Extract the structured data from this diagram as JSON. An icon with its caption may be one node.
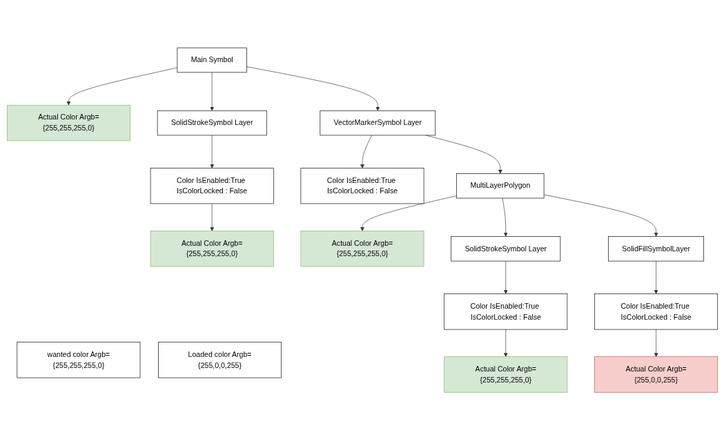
{
  "diagram": {
    "nodes": [
      {
        "text": [
          "wanted color Argb={255,255,255,0}"
        ]
      },
      {
        "text": [
          "Loaded color Argb={255,0,0,255}"
        ]
      },
      {
        "text": [
          "Actual Color Argb={255,255,255,0}"
        ]
      },
      {
        "text": [
          "Main Symbol"
        ]
      },
      {
        "text": [
          "SolidStrokeSymbol Layer"
        ]
      },
      {
        "text": [
          "VectorMarkerSymbol Layer"
        ]
      },
      {
        "text": [
          "Color IsEnabled:True IsColorLocked : False"
        ]
      },
      {
        "text": [
          "MultiLayerPolygon"
        ]
      },
      {
        "text": [
          "Color IsEnabled:True IsColorLocked : False"
        ]
      },
      {
        "text": [
          "Actual Color Argb={255,255,255,0}"
        ]
      },
      {
        "text": [
          "Actual Color Argb={255,255,255,0}"
        ]
      },
      {
        "text": [
          "SolidStrokeSymbol Layer"
        ]
      },
      {
        "text": [
          "SolidFillSymbolLayer"
        ]
      },
      {
        "text": [
          "Color IsEnabled:True IsColorLocked : False"
        ]
      },
      {
        "text": [
          "Color IsEnabled:True IsColorLocked : False"
        ]
      },
      {
        "text": [
          "Actual Color Argb={255,255,255,0}"
        ]
      },
      {
        "text": [
          "Actual Color Argb={255,0,0,255}"
        ]
      }
    ],
    "edges": [
      {
        "from": 3,
        "to": 2,
        "arrow": "to"
      },
      {
        "from": 3,
        "to": 4,
        "arrow": "to"
      },
      {
        "from": 3,
        "to": 5,
        "arrow": "to"
      },
      {
        "from": 4,
        "to": 8,
        "arrow": "to"
      },
      {
        "from": 8,
        "to": 10,
        "arrow": "to"
      },
      {
        "from": 5,
        "to": 6,
        "arrow": "to"
      },
      {
        "from": 5,
        "to": 7,
        "arrow": "to"
      },
      {
        "from": 7,
        "to": 9,
        "arrow": "to"
      },
      {
        "from": 7,
        "to": 11,
        "arrow": "to"
      },
      {
        "from": 7,
        "to": 12,
        "arrow": "to"
      },
      {
        "from": 11,
        "to": 13,
        "arrow": "to"
      },
      {
        "from": 12,
        "to": 14,
        "arrow": "to"
      },
      {
        "from": 13,
        "to": 15,
        "arrow": "to"
      },
      {
        "from": 14,
        "to": 16,
        "arrow": "to"
      }
    ]
  }
}
